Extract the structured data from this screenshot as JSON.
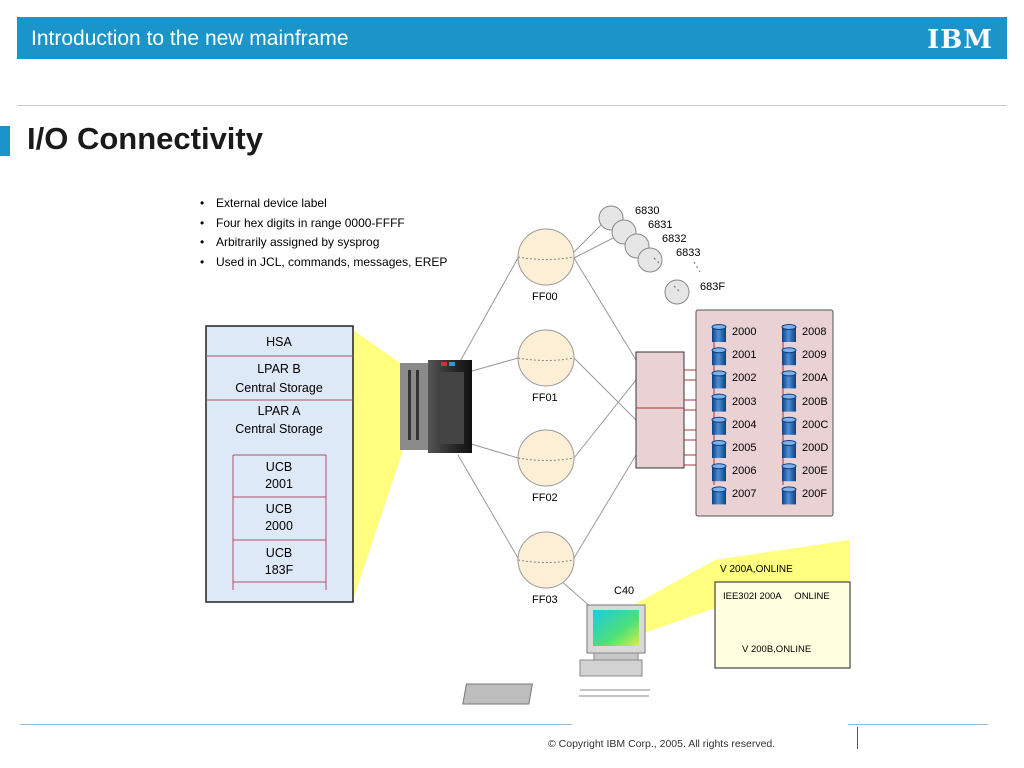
{
  "header": {
    "title": "Introduction to the new mainframe",
    "logo": "IBM"
  },
  "page_title": "I/O Connectivity",
  "bullets": [
    "External device label",
    "Four hex digits in range 0000-FFFF",
    "Arbitrarily assigned by sysprog",
    "Used in JCL, commands, messages, EREP"
  ],
  "memory": {
    "hsa": "HSA",
    "lpar_b": [
      "LPAR B",
      "Central Storage"
    ],
    "lpar_a": [
      "LPAR A",
      "Central Storage"
    ],
    "ucbs": [
      [
        "UCB",
        "2001"
      ],
      [
        "UCB",
        "2000"
      ],
      [
        "UCB",
        "183F"
      ]
    ]
  },
  "channels": [
    "FF00",
    "FF01",
    "FF02",
    "FF03"
  ],
  "tapes": [
    "6830",
    "6831",
    "6832",
    "6833",
    "683F"
  ],
  "disks": {
    "left": [
      "2000",
      "2001",
      "2002",
      "2003",
      "2004",
      "2005",
      "2006",
      "2007"
    ],
    "right": [
      "2008",
      "2009",
      "200A",
      "200B",
      "200C",
      "200D",
      "200E",
      "200F"
    ]
  },
  "console": {
    "address": "C40",
    "command": "V 200A,ONLINE",
    "msg_line1": "IEE302I 200A     ONLINE",
    "msg_line2": "V 200B,ONLINE"
  },
  "colors": {
    "accent": "#1b95c9",
    "memory_fill": "#dde9f7",
    "disk_box": "#e9d1d4",
    "beam": "#ffff66",
    "channel_fill": "#fdeed6"
  },
  "footer": {
    "copyright": "© Copyright IBM Corp., 2005. All rights reserved."
  }
}
